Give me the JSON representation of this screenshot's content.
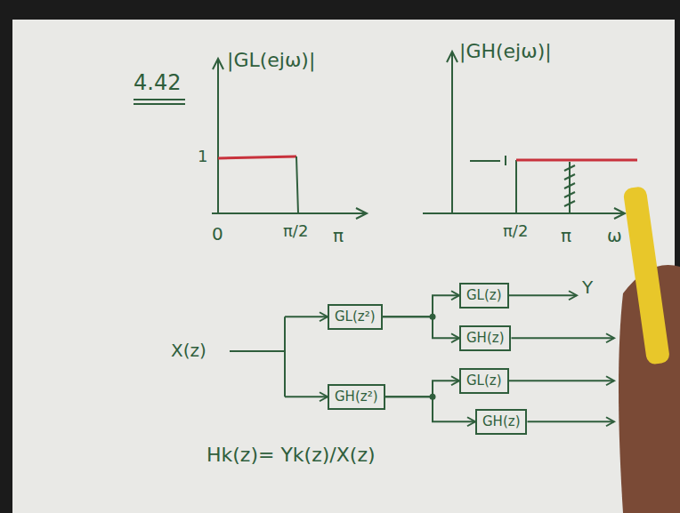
{
  "diagram": {
    "nodes": [
      {
        "text": [
          "GL(z²)"
        ]
      },
      {
        "text": [
          "GH(z²)"
        ]
      },
      {
        "text": [
          "GL(z)"
        ]
      },
      {
        "text": [
          "GH(z)"
        ]
      },
      {
        "text": [
          "GL(z)"
        ]
      },
      {
        "text": [
          "GH(z)"
        ]
      }
    ],
    "edges": [
      {
        "from": 0,
        "to": 2,
        "arrow": "to"
      },
      {
        "from": 0,
        "to": 3,
        "arrow": "to"
      },
      {
        "from": 1,
        "to": 4,
        "arrow": "to"
      },
      {
        "from": 1,
        "to": 5,
        "arrow": "to"
      }
    ],
    "labels": [
      "4.42",
      "|GL(ejω)|",
      "1",
      "0",
      "π/2",
      "π",
      "|GH(ejω)|",
      "π/2",
      "π",
      "ω",
      "X(z)",
      "Y",
      "Hk(z)= Yk(z)/X(z)"
    ]
  }
}
